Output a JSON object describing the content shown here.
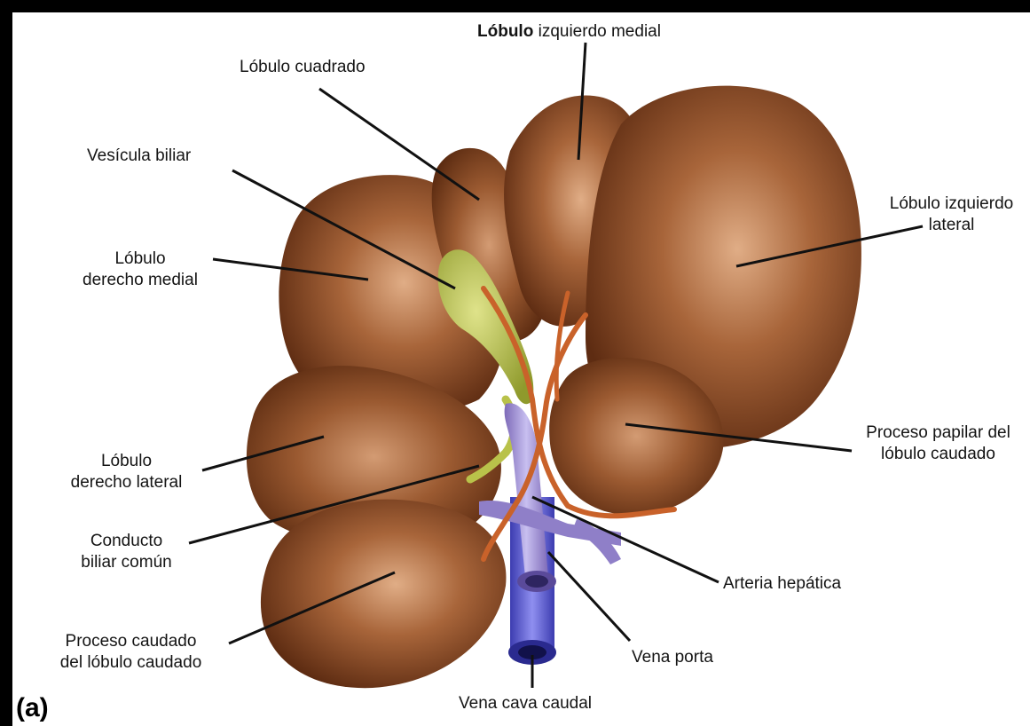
{
  "figure": {
    "panel_letter": "(a)",
    "colors": {
      "liver": "#7a3f1e",
      "liver_highlight": "#d9a37a",
      "gallbladder": "#b9c24a",
      "artery": "#c9622a",
      "vein": "#6a6ad6",
      "frame": "#000000"
    },
    "labels": {
      "lobulo_izq_medial_bold": "Lóbulo",
      "lobulo_izq_medial_rest": "izquierdo medial",
      "lobulo_cuadrado": "Lóbulo cuadrado",
      "vesicula_biliar": "Vesícula biliar",
      "lobulo_der_medial_1": "Lóbulo",
      "lobulo_der_medial_2": "derecho medial",
      "lobulo_izq_lateral_1": "Lóbulo izquierdo",
      "lobulo_izq_lateral_2": "lateral",
      "proceso_papilar_1": "Proceso papilar del",
      "proceso_papilar_2": "lóbulo caudado",
      "lobulo_der_lateral_1": "Lóbulo",
      "lobulo_der_lateral_2": "derecho lateral",
      "conducto_1": "Conducto",
      "conducto_2": "biliar común",
      "arteria_hepatica": "Arteria hepática",
      "vena_porta": "Vena porta",
      "proceso_caudado_1": "Proceso caudado",
      "proceso_caudado_2": "del lóbulo caudado",
      "vena_cava": "Vena cava caudal"
    }
  }
}
